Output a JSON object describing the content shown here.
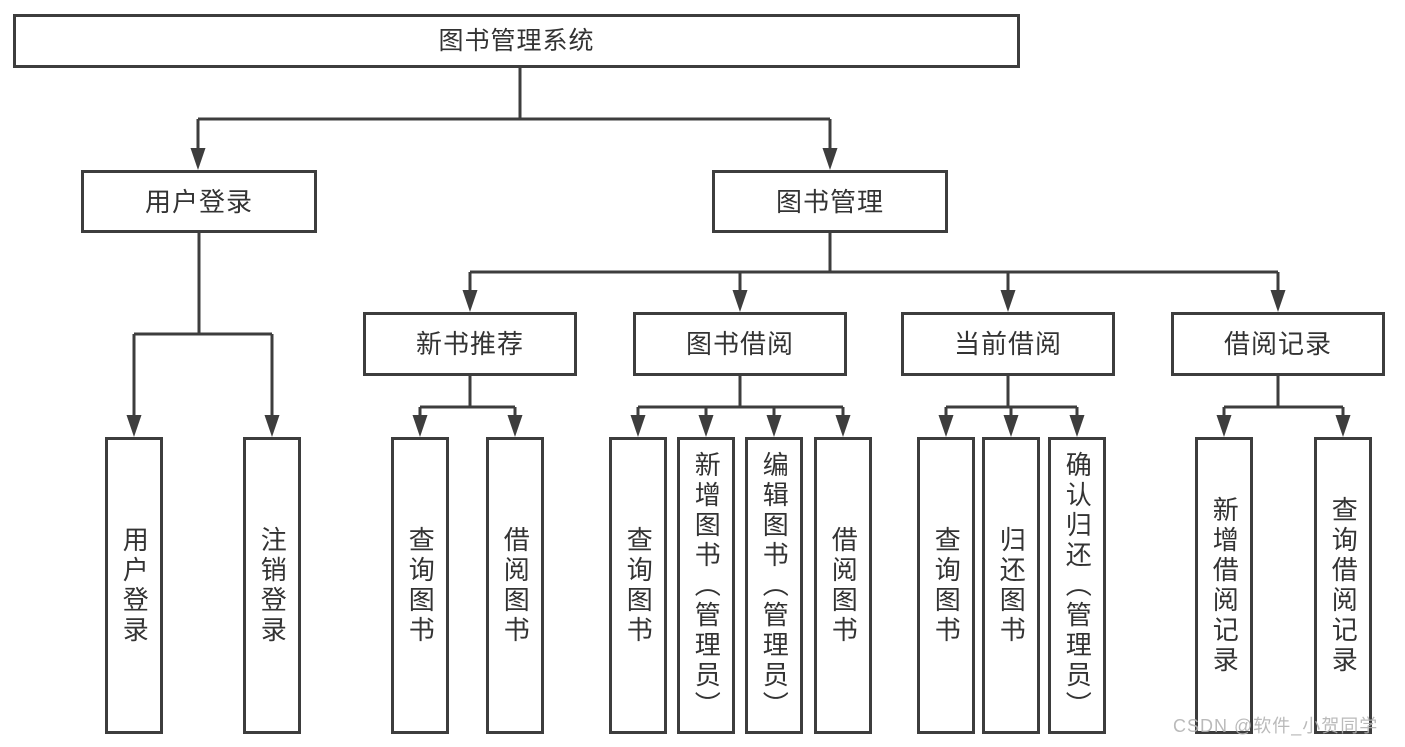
{
  "watermark": "CSDN @软件_小贺同学",
  "colors": {
    "line": "#3d3d3d",
    "box_border": "#3d3d3d",
    "text": "#333333",
    "watermark": "#b3b3b3",
    "background": "#ffffff"
  },
  "tree": {
    "label": "图书管理系统",
    "children": [
      {
        "label": "用户登录",
        "children": [
          {
            "label": "用户登录"
          },
          {
            "label": "注销登录"
          }
        ]
      },
      {
        "label": "图书管理",
        "children": [
          {
            "label": "新书推荐",
            "children": [
              {
                "label": "查询图书"
              },
              {
                "label": "借阅图书"
              }
            ]
          },
          {
            "label": "图书借阅",
            "children": [
              {
                "label": "查询图书"
              },
              {
                "label": "新增图书（管理员）"
              },
              {
                "label": "编辑图书（管理员）"
              },
              {
                "label": "借阅图书"
              }
            ]
          },
          {
            "label": "当前借阅",
            "children": [
              {
                "label": "查询图书"
              },
              {
                "label": "归还图书"
              },
              {
                "label": "确认归还（管理员）"
              }
            ]
          },
          {
            "label": "借阅记录",
            "children": [
              {
                "label": "新增借阅记录"
              },
              {
                "label": "查询借阅记录"
              }
            ]
          }
        ]
      }
    ]
  }
}
